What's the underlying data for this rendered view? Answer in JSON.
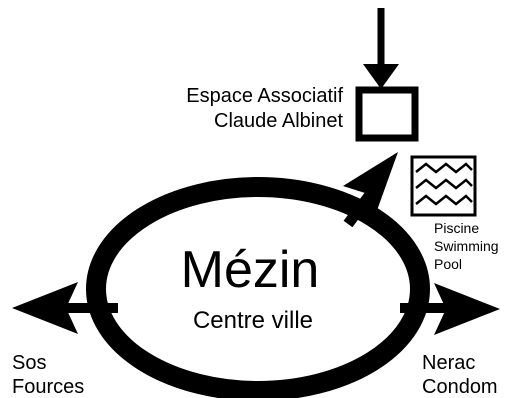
{
  "map": {
    "town": {
      "name": "Mézin",
      "subtitle": "Centre ville"
    },
    "destinations": {
      "west_line1": "Sos",
      "west_line2": "Fources",
      "east_line1": "Nerac",
      "east_line2": "Condom"
    },
    "landmarks": {
      "association_line1": "Espace Associatif",
      "association_line2": "Claude Albinet",
      "pool_line1": "Piscine",
      "pool_line2": "Swimming",
      "pool_line3": "Pool"
    },
    "icons": {
      "building": "building-square-icon",
      "pool": "swimming-pool-waves-icon"
    },
    "colors": {
      "ink": "#000000",
      "background": "#ffffff"
    }
  }
}
